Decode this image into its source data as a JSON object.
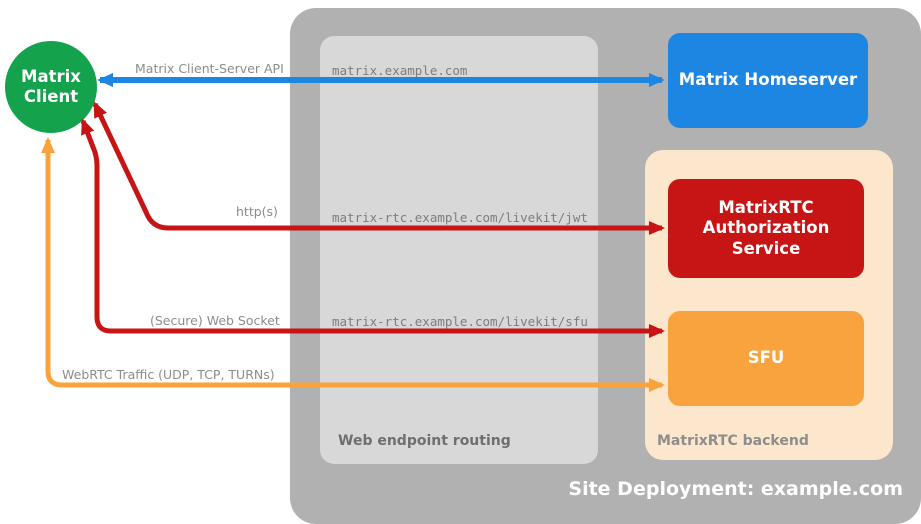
{
  "client": {
    "label": "Matrix Client",
    "color": "#15a24d"
  },
  "deployment": {
    "title": "Site Deployment: example.com",
    "background": "#b1b1b1"
  },
  "routing": {
    "label": "Web endpoint routing",
    "background": "#d8d8d8",
    "endpoints": [
      "matrix.example.com",
      "matrix-rtc.example.com/livekit/jwt",
      "matrix-rtc.example.com/livekit/sfu"
    ]
  },
  "homeserver": {
    "label": "Matrix Homeserver",
    "color": "#1d86e3"
  },
  "backend": {
    "label": "MatrixRTC backend",
    "background": "#fce6cc",
    "auth": {
      "label": "MatrixRTC Authorization Service",
      "color": "#c71414"
    },
    "sfu": {
      "label": "SFU",
      "color": "#f8a33d"
    }
  },
  "connections": [
    {
      "label": "Matrix Client-Server API",
      "color": "#1d86e3",
      "from": "Matrix Client",
      "to": "Matrix Homeserver",
      "via": "matrix.example.com",
      "bidirectional": true
    },
    {
      "label": "http(s)",
      "color": "#c71414",
      "from": "Matrix Client",
      "to": "MatrixRTC Authorization Service",
      "via": "matrix-rtc.example.com/livekit/jwt",
      "bidirectional": true
    },
    {
      "label": "(Secure) Web Socket",
      "color": "#c71414",
      "from": "Matrix Client",
      "to": "SFU",
      "via": "matrix-rtc.example.com/livekit/sfu",
      "bidirectional": true
    },
    {
      "label": "WebRTC Traffic (UDP, TCP, TURNs)",
      "color": "#f8a33d",
      "from": "Matrix Client",
      "to": "SFU",
      "bidirectional": true
    }
  ]
}
